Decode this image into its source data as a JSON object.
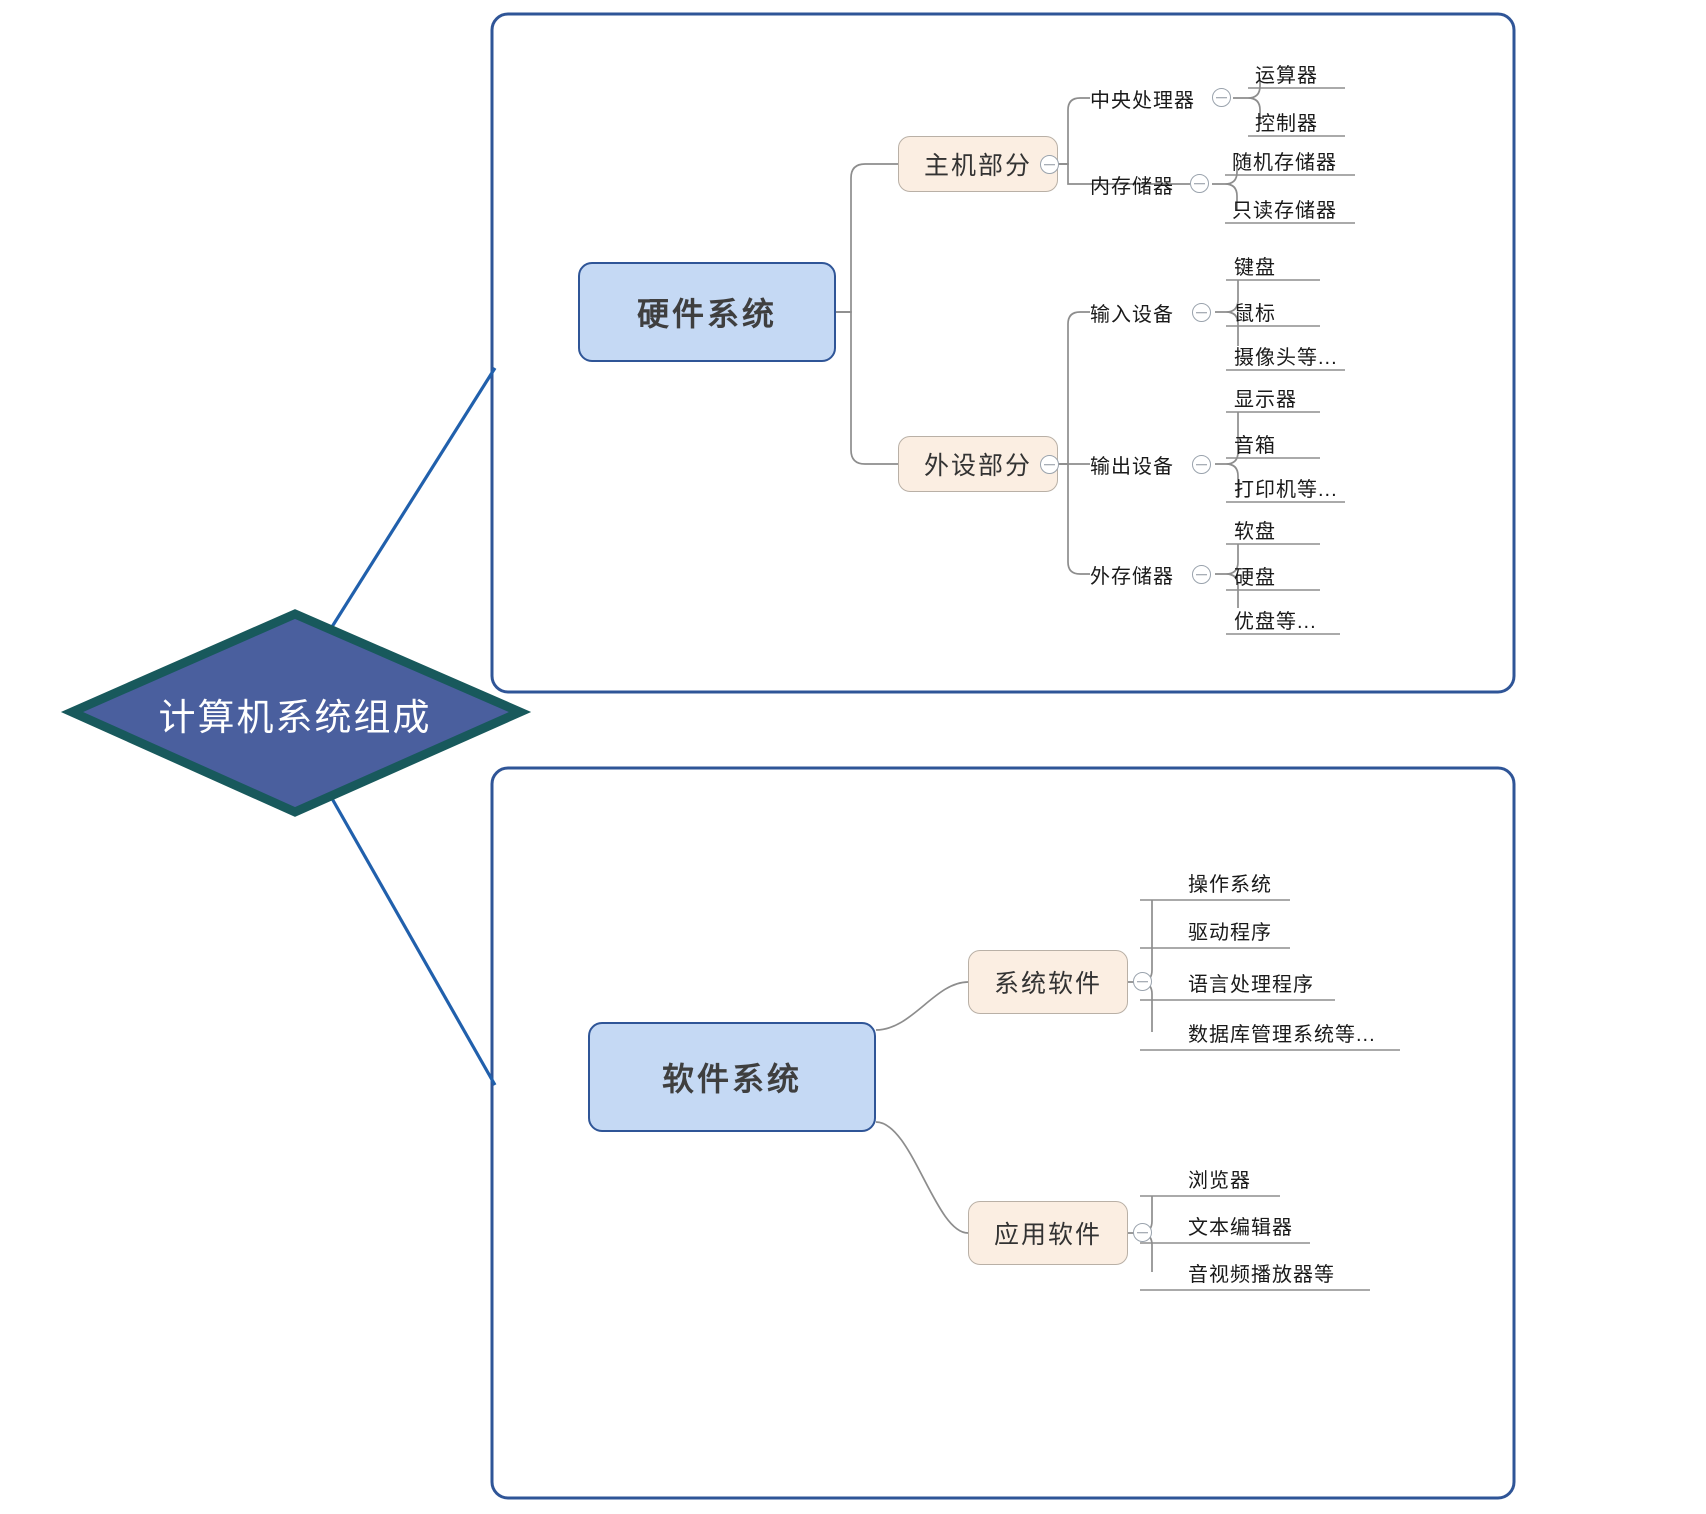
{
  "title": "计算机系统组成",
  "colors": {
    "diamond_fill": "#4a5f9e",
    "diamond_stroke": "#18595c",
    "container_border": "#2f5597",
    "root_fill": "#c5d9f4",
    "root_border": "#2f5597",
    "mid_fill": "#fbeee2",
    "mid_border": "#b9b0a6",
    "branch_line": "#8d8d8d",
    "connector_line": "#2160ac"
  },
  "center": {
    "label": "计算机系统组成"
  },
  "hardware": {
    "root": "硬件系统",
    "toggle_icon": "collapse-minus-icon",
    "branches": [
      {
        "label": "主机部分",
        "toggle_icon": "collapse-minus-icon",
        "groups": [
          {
            "label": "中央处理器",
            "toggle_icon": "collapse-minus-icon",
            "leaves": [
              "运算器",
              "控制器"
            ]
          },
          {
            "label": "内存储器",
            "toggle_icon": "collapse-minus-icon",
            "leaves": [
              "随机存储器",
              "只读存储器"
            ]
          }
        ]
      },
      {
        "label": "外设部分",
        "toggle_icon": "collapse-minus-icon",
        "groups": [
          {
            "label": "输入设备",
            "toggle_icon": "collapse-minus-icon",
            "leaves": [
              "键盘",
              "鼠标",
              "摄像头等..."
            ]
          },
          {
            "label": "输出设备",
            "toggle_icon": "collapse-minus-icon",
            "leaves": [
              "显示器",
              "音箱",
              "打印机等..."
            ]
          },
          {
            "label": "外存储器",
            "toggle_icon": "collapse-minus-icon",
            "leaves": [
              "软盘",
              "硬盘",
              "优盘等..."
            ]
          }
        ]
      }
    ]
  },
  "software": {
    "root": "软件系统",
    "branches": [
      {
        "label": "系统软件",
        "toggle_icon": "collapse-minus-icon",
        "leaves": [
          "操作系统",
          "驱动程序",
          "语言处理程序",
          "数据库管理系统等..."
        ]
      },
      {
        "label": "应用软件",
        "toggle_icon": "collapse-minus-icon",
        "leaves": [
          "浏览器",
          "文本编辑器",
          "音视频播放器等"
        ]
      }
    ]
  }
}
